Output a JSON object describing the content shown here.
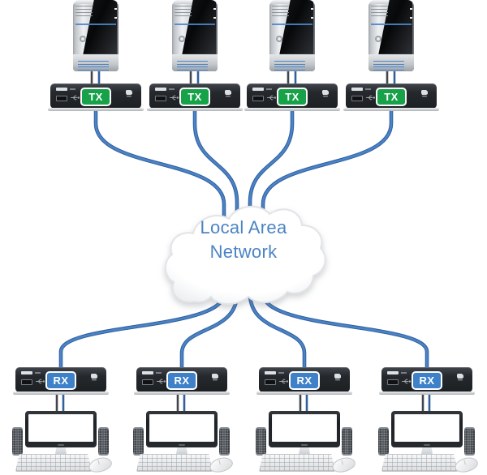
{
  "cloud": {
    "line1": "Local Area",
    "line2": "Network",
    "text_color": "#4b84c4"
  },
  "devices": {
    "transmitters": [
      {
        "label": "TX"
      },
      {
        "label": "TX"
      },
      {
        "label": "TX"
      },
      {
        "label": "TX"
      }
    ],
    "receivers": [
      {
        "label": "RX"
      },
      {
        "label": "RX"
      },
      {
        "label": "RX"
      },
      {
        "label": "RX"
      }
    ],
    "tx_badge_color": "#17a24a",
    "rx_badge_color": "#3f81c8"
  },
  "colors": {
    "cable_core": "#4b83c6",
    "cable_casing": "#2e5f9d",
    "background": "#ffffff"
  }
}
